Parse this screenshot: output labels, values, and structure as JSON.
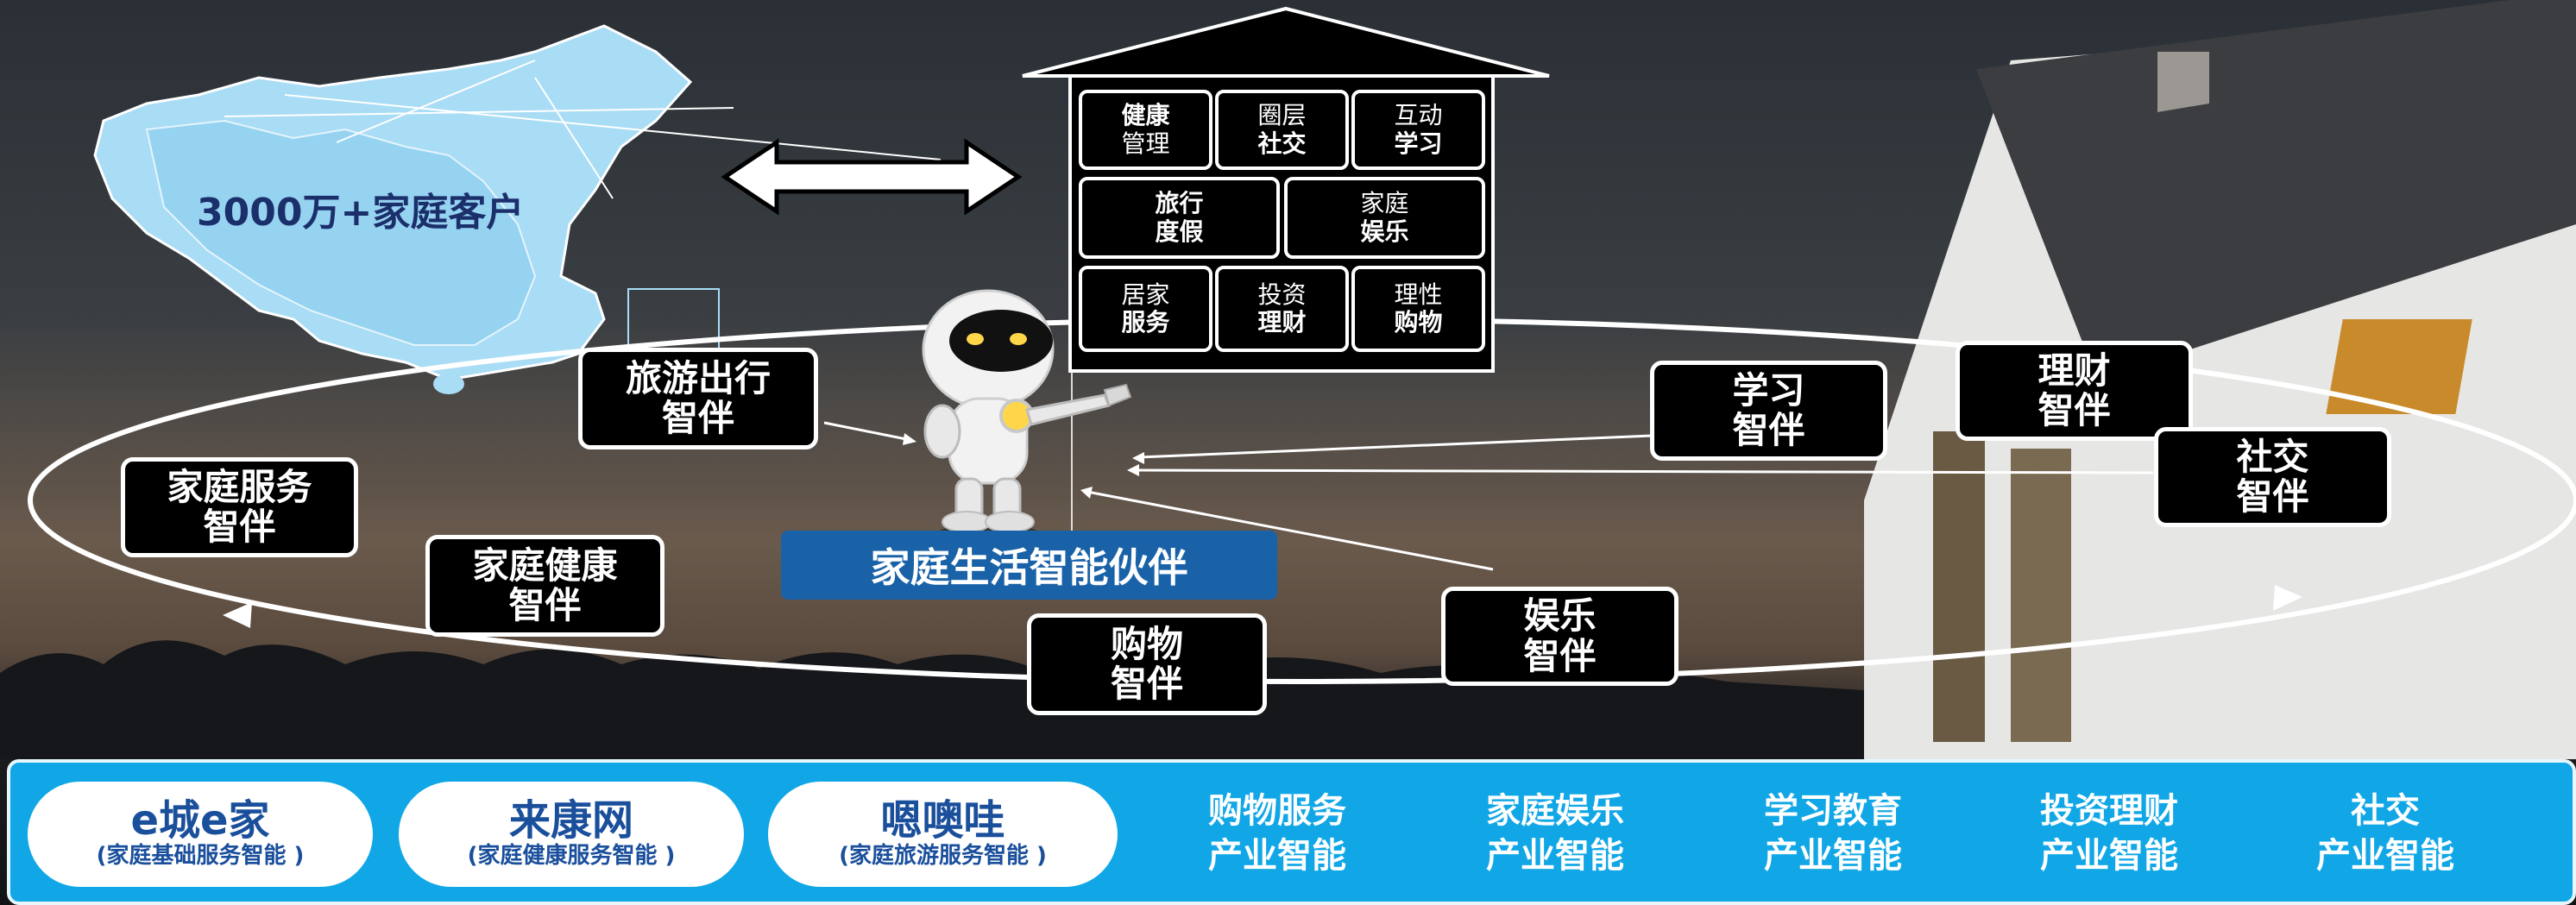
{
  "map": {
    "caption": "3000万+家庭客户"
  },
  "house": {
    "cells": [
      {
        "l1": "健康",
        "l2": "管理"
      },
      {
        "l1": "圈层",
        "l2": "社交"
      },
      {
        "l1": "互动",
        "l2": "学习"
      },
      {
        "l1": "旅行",
        "l2": "度假"
      },
      {
        "l1": "家庭",
        "l2": "娱乐"
      },
      {
        "l1": "居家",
        "l2": "服务"
      },
      {
        "l1": "投资",
        "l2": "理财"
      },
      {
        "l1": "理性",
        "l2": "购物"
      }
    ]
  },
  "robot": {
    "caption": "家庭生活智能伙伴"
  },
  "partners": [
    {
      "l1": "旅游出行",
      "l2": "智伴"
    },
    {
      "l1": "家庭服务",
      "l2": "智伴"
    },
    {
      "l1": "家庭健康",
      "l2": "智伴"
    },
    {
      "l1": "购物",
      "l2": "智伴"
    },
    {
      "l1": "娱乐",
      "l2": "智伴"
    },
    {
      "l1": "学习",
      "l2": "智伴"
    },
    {
      "l1": "理财",
      "l2": "智伴"
    },
    {
      "l1": "社交",
      "l2": "智伴"
    }
  ],
  "bottom_bar": {
    "platforms": [
      {
        "name": "e城e家",
        "sub": "(家庭基础服务智能 )"
      },
      {
        "name": "来康网",
        "sub": "(家庭健康服务智能 )"
      },
      {
        "name": "嗯噢哇",
        "sub": "(家庭旅游服务智能 )"
      }
    ],
    "industries": [
      {
        "l1": "购物服务",
        "l2": "产业智能"
      },
      {
        "l1": "家庭娱乐",
        "l2": "产业智能"
      },
      {
        "l1": "学习教育",
        "l2": "产业智能"
      },
      {
        "l1": "投资理财",
        "l2": "产业智能"
      },
      {
        "l1": "社交",
        "l2": "产业智能"
      }
    ]
  },
  "colors": {
    "accent_blue": "#11a7e6",
    "caption_blue": "#1a62a8",
    "pill_bg": "#000000",
    "text_dark_blue": "#1a4f9c"
  }
}
